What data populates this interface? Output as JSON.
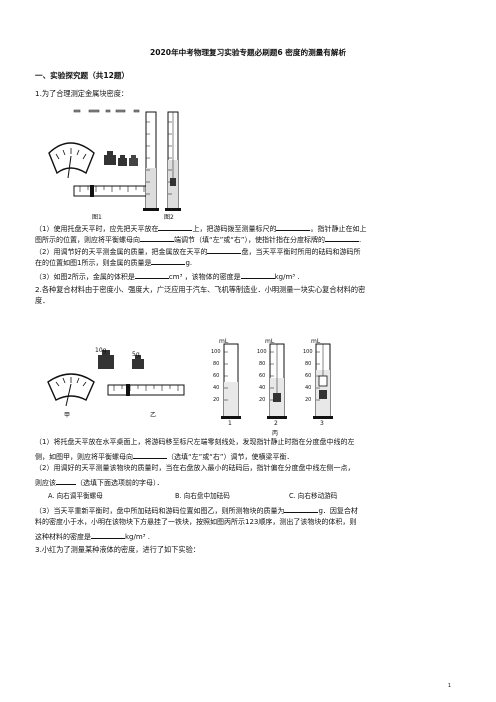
{
  "title": "2020年中考物理复习实验专题必刷题6 密度的测量有解析",
  "section1": "一、实验探究题（共12题）",
  "q1": {
    "stem": "1.为了合理测定金属块密度：",
    "fig1_label": "图1",
    "fig2_label": "图2",
    "p1_a": "（1）使用托盘天平时，应先把天平放在",
    "p1_b": "上，把游码拨至测量标尺的",
    "p1_c": "。指针静止在如上",
    "p1_d": "图所示的位置，则应将平衡螺母向",
    "p1_e": "端调节（填“左”或“右”），使指针指在分度标牌的",
    "p1_f": ".",
    "p2_a": "（2）用调节好的天平测金属的质量，把金属放在天平的",
    "p2_b": "盘，当天平平衡时所用的砝码和游码所",
    "p2_c": "在的位置如图1所示，则金属的质量是",
    "p2_d": "g.",
    "p3_a": "（3）如图2所示，金属的体积是",
    "p3_b": "cm³ ，该物体的密度是",
    "p3_c": "kg/m³ ."
  },
  "q2": {
    "stem_a": "2.各种复合材料由于密度小、强度大，广泛应用于汽车、飞机等制造业．小明测量一块实心复合材料的密",
    "stem_b": "度．",
    "weight1": "10g",
    "weight2": "5g",
    "label_jia": "甲",
    "label_yi": "乙",
    "label_bing": "丙",
    "cyl_unit": "mL",
    "cyl1_ticks": [
      "100",
      "80",
      "60",
      "40",
      "20"
    ],
    "cyl2_ticks": [
      "100",
      "80",
      "60",
      "40",
      "20"
    ],
    "cyl3_ticks": [
      "100",
      "80",
      "60",
      "40",
      "20"
    ],
    "cyl_nums": [
      "1",
      "2",
      "3"
    ],
    "p1_a": "（1）将托盘天平放在水平桌面上，将游码移至标尺左端零刻线处，发现指针静止时指在分度盘中线的左",
    "p1_b": "侧，如图甲，则应将平衡螺母向",
    "p1_c": "（选填“左”或“右”）调节，使横梁平衡．",
    "p2_a": "（2）用调好的天平测量该物块的质量时，当在右盘放入最小的砝码后，指针偏在分度盘中线左侧一点，",
    "p2_b": "则应该",
    "p2_c": "（选填下面选项前的字母）．",
    "optA": "A. 向右调平衡螺母",
    "optB": "B. 向右盘中加砝码",
    "optC": "C. 向右移动游码",
    "p3_a": "（3）当天平重新平衡时，盘中所加砝码和游码位置如图乙，则所测物块的质量为",
    "p3_b": "g．因复合材",
    "p3_c": "料的密度小于水，小明在该物块下方悬挂了一铁块，按照如图丙所示123顺序，测出了该物块的体积，则",
    "p3_d": "这种材料的密度是",
    "p3_e": "kg/m³ ."
  },
  "q3": {
    "stem": "3.小红为了测量某种液体的密度，进行了如下实验："
  },
  "page_number": "1"
}
